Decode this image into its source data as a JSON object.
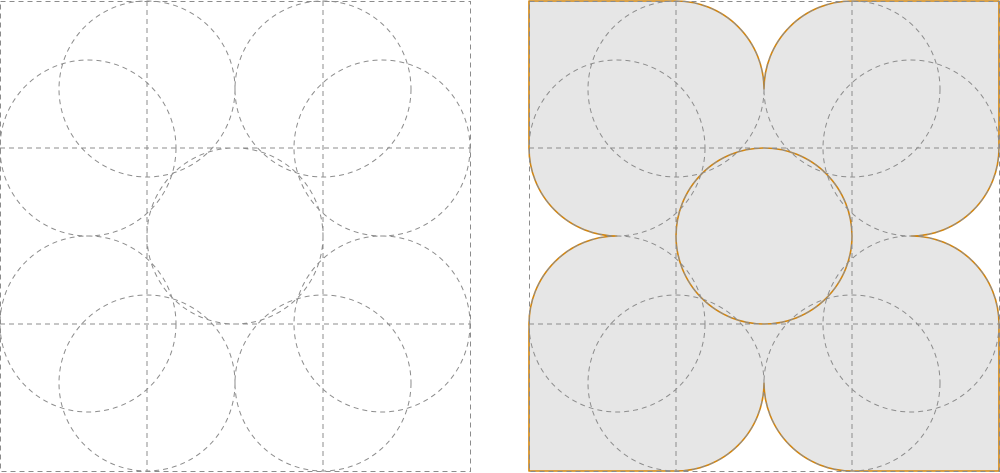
{
  "colors": {
    "guide_stroke": "#8c8c8c",
    "shape_fill": "#e6e6e6",
    "shape_stroke": "#d2850f",
    "background": "#ffffff"
  },
  "panels": [
    {
      "id": "construction-panel",
      "kind": "guides-only"
    },
    {
      "id": "filled-shape-panel",
      "kind": "guides-with-filled-shape"
    }
  ]
}
